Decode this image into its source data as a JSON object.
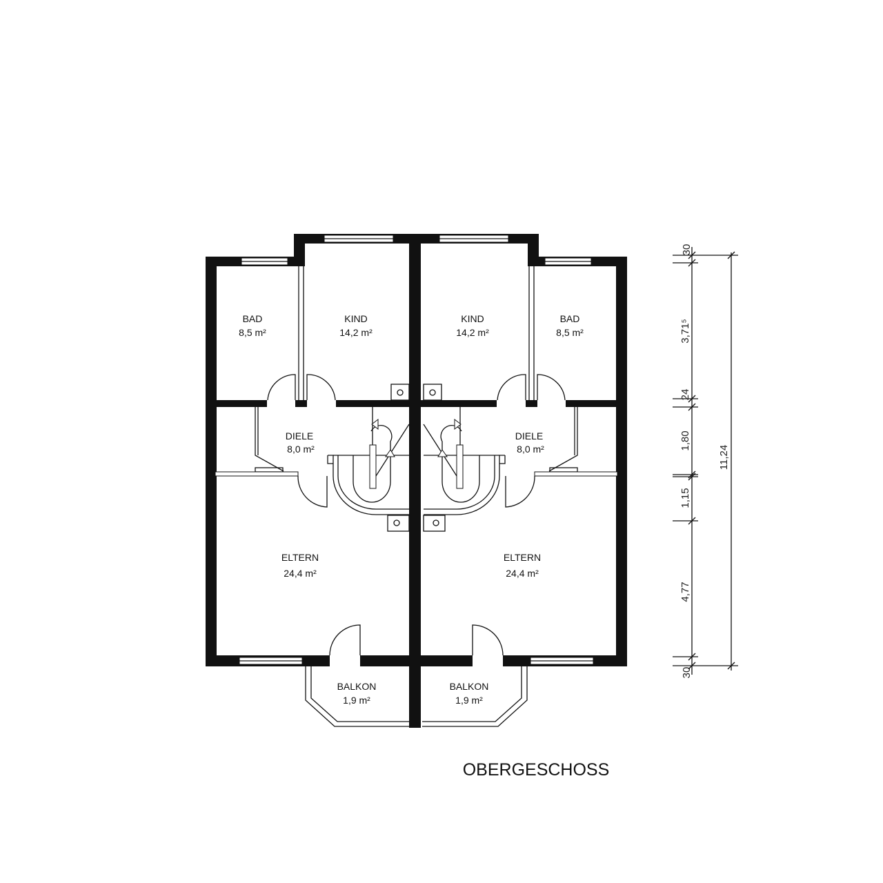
{
  "title": "OBERGESCHOSS",
  "rooms": {
    "bad_left": {
      "name": "BAD",
      "area": "8,5 m²"
    },
    "kind_left": {
      "name": "KIND",
      "area": "14,2 m²"
    },
    "kind_right": {
      "name": "KIND",
      "area": "14,2 m²"
    },
    "bad_right": {
      "name": "BAD",
      "area": "8,5 m²"
    },
    "diele_left": {
      "name": "DIELE",
      "area": "8,0 m²"
    },
    "diele_right": {
      "name": "DIELE",
      "area": "8,0 m²"
    },
    "eltern_left": {
      "name": "ELTERN",
      "area": "24,4 m²"
    },
    "eltern_right": {
      "name": "ELTERN",
      "area": "24,4 m²"
    },
    "balkon_left": {
      "name": "BALKON",
      "area": "1,9 m²"
    },
    "balkon_right": {
      "name": "BALKON",
      "area": "1,9 m²"
    }
  },
  "dimensions": {
    "segments": [
      "30",
      "3,71⁵",
      "24",
      "1,80",
      "1,15",
      "4,77",
      "30"
    ],
    "total": "11,24"
  },
  "colors": {
    "wall": "#111111",
    "background": "#ffffff"
  }
}
